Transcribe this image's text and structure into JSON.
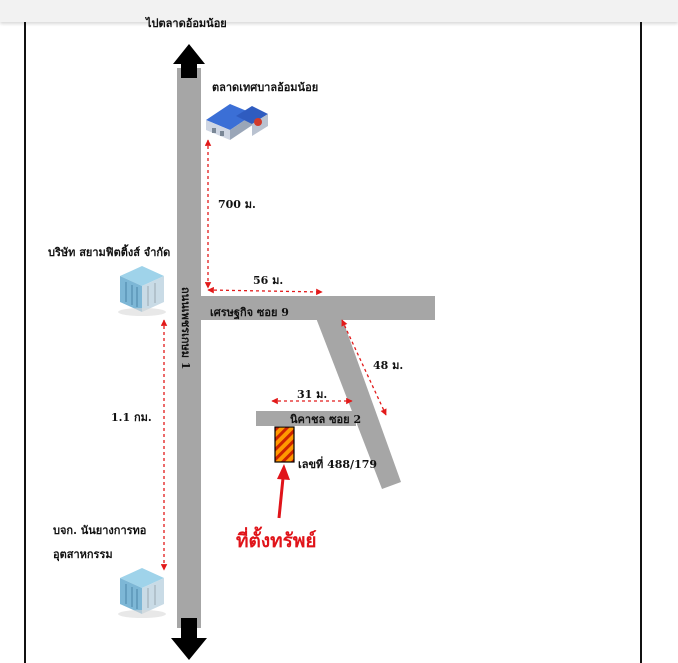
{
  "map": {
    "top_cut_label": "ไปตลาดอ้อมน้อย",
    "main_road": "ถนนเพชรเกษม 1",
    "road_soi9": "เศรษฐกิจ ซอย 9",
    "road_soi2": "นิคาชล ซอย 2",
    "market": "ตลาดเทศบาลอ้อมน้อย",
    "company1": "บริษัท สยามฟิตติ้งส์ จำกัด",
    "company2_line1": "บจก. นันยางการทอ",
    "company2_line2": "อุตสาหกรรม",
    "dist_700": "700 ม.",
    "dist_56": "56 ม.",
    "dist_48": "48 ม.",
    "dist_31": "31 ม.",
    "dist_1_1": "1.1 กม.",
    "plot_no": "เลขที่ 488/179",
    "property_label": "ที่ตั้งทรัพย์"
  },
  "colors": {
    "road": "#a6a6a6",
    "measure": "#e21a1a",
    "plot_fill": "#ff9900",
    "plot_stripe": "#cc2200",
    "pointer": "#e0141a"
  },
  "icons": [
    "market-building-icon",
    "office-building-icon",
    "office-building-icon",
    "arrow-up-icon",
    "arrow-down-icon"
  ]
}
